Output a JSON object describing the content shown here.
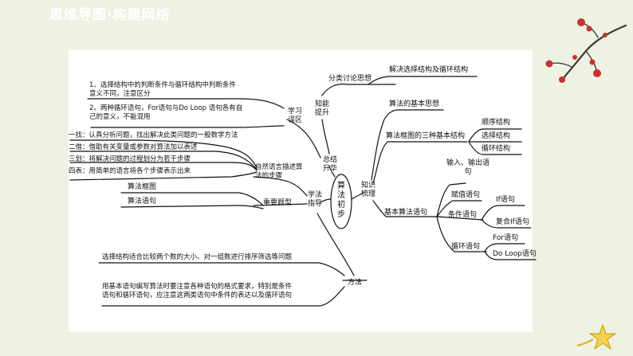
{
  "header": {
    "title": "思维导图·构建网络"
  },
  "mindmap": {
    "center": {
      "label": "算法初步"
    },
    "nodes": {
      "zongjie": "总结升华",
      "zhishi_tisheng": "知能提升",
      "xuexi_wuqu": "学习误区",
      "fenlei": "分类讨论思想",
      "jiejue": "解决选择结构及循环结构",
      "wuqu1": "1、选择结构中的判断条件与循环结构中判断条件意义不同，注意区分",
      "wuqu2": "2、两种循环语句，For语句与Do Loop 语句各有自己的意义，不能混用",
      "xuefa": "学法指导",
      "ziran": "自然语言描述算法的步骤",
      "buzhou": [
        "一找：认真分析问题，找出解决此类问题的一般数学方法",
        "二借：借助有关变量或参数对算法加以表述",
        "三划：将解决问题的过程划分为若干步骤",
        "四表：用简单的语言将各个步骤表示出来"
      ],
      "zhongyao": "重要题型",
      "tixing": [
        "算法框图",
        "算法语句"
      ],
      "fangfa": "方法",
      "fangfa1": "选择结构适合比较两个数的大小、对一组数进行排序筛选等问题",
      "fangfa2": "用基本语句编写算法时要注意各种语句的格式要求，特别是条件语句和循环语句，应注意这两类语句中条件的表达以及循环语句",
      "zhishi_shuli": "知识梳理",
      "sixiang": "算法的基本思想",
      "sanzhong": "算法框图的三种基本结构",
      "jiegou": [
        "顺序结构",
        "选择结构",
        "循环结构"
      ],
      "jiben": "基本算法语句",
      "shuru": "输入、输出语句",
      "fuzhi": "赋值语句",
      "tiaojian": "条件语句",
      "if": "If语句",
      "fuhe_if": "复合If语句",
      "xunhuan": "循环语句",
      "for": "For语句",
      "doloop": "Do Loop语句"
    }
  },
  "colors": {
    "background": "#eef2e2",
    "card": "#ffffff",
    "ink": "#111111"
  }
}
